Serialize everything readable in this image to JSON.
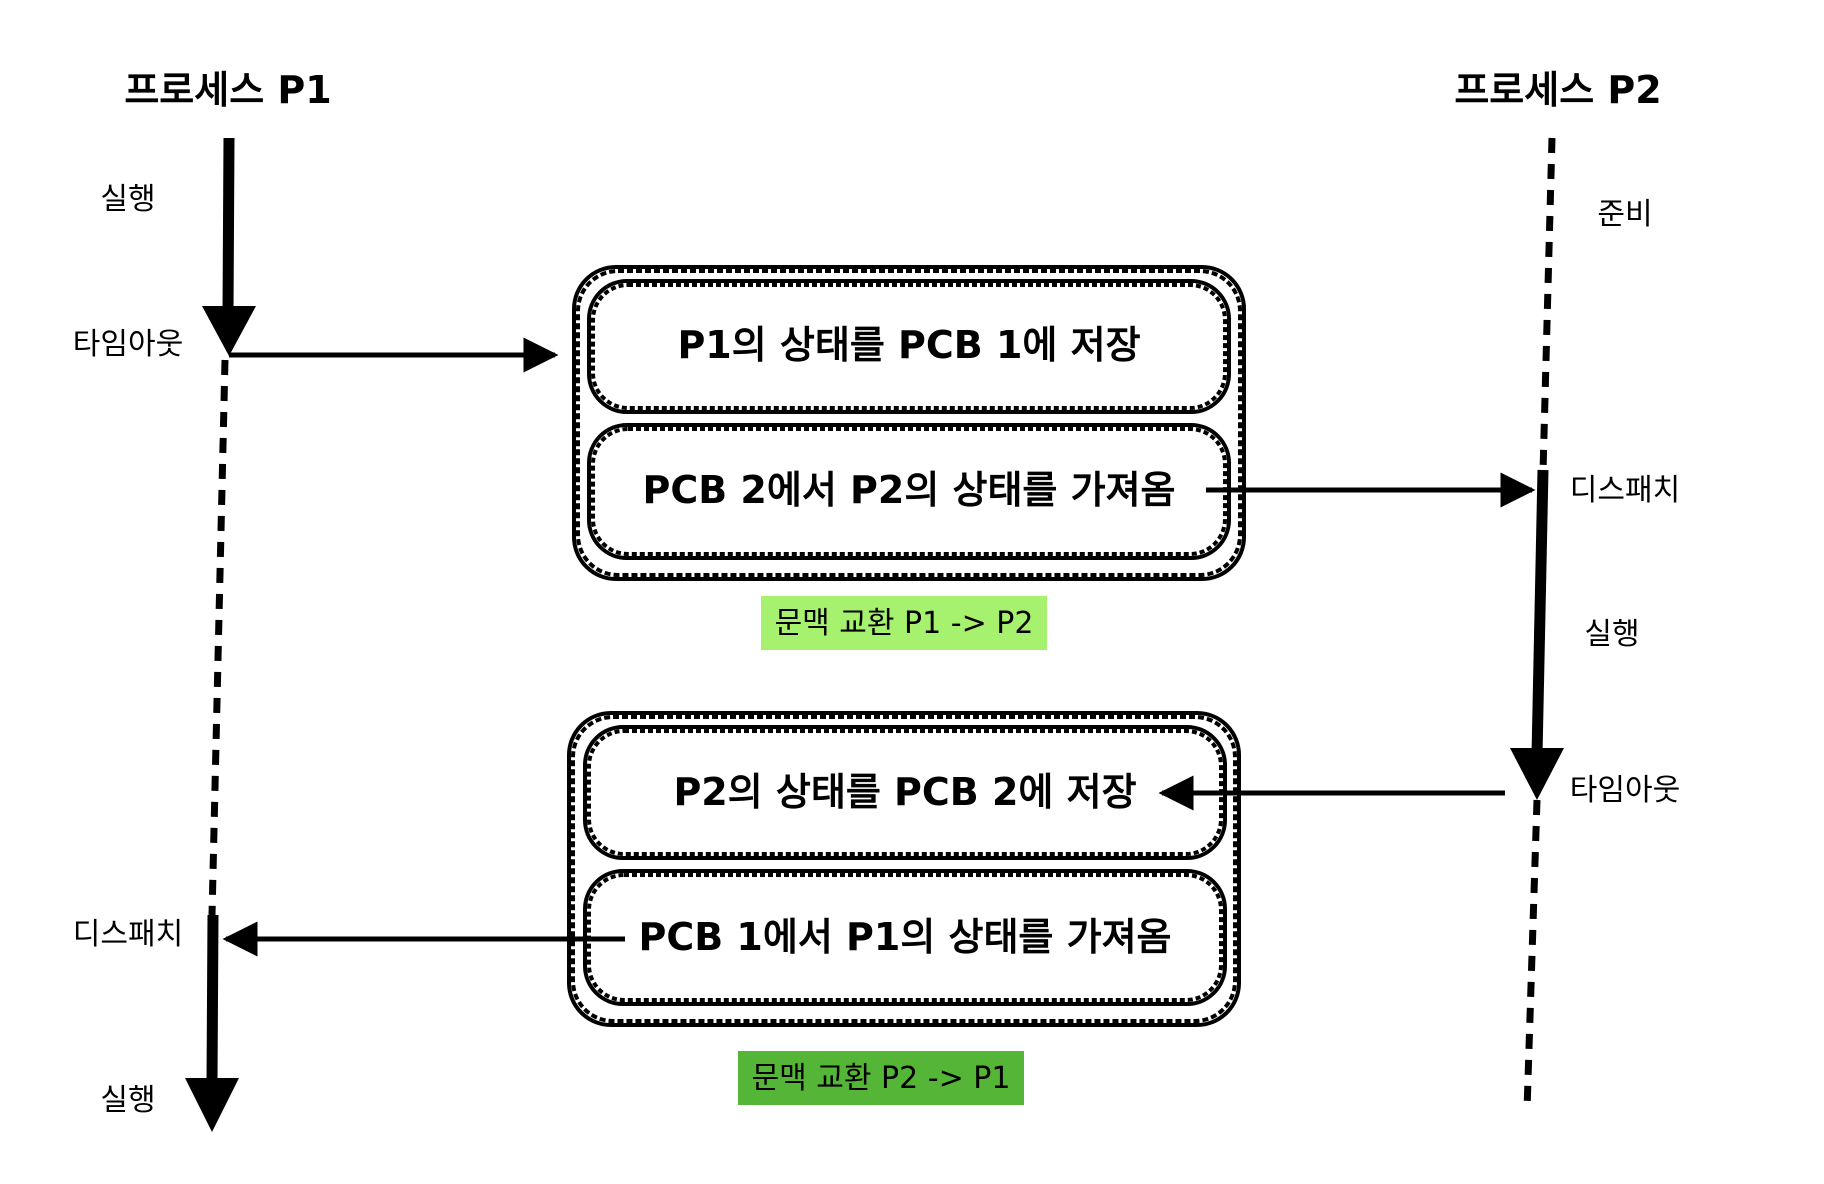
{
  "process_p1": {
    "title": "프로세스 P1",
    "states": {
      "running_1": "실행",
      "timeout": "타임아웃",
      "dispatch": "디스패치",
      "running_2": "실행"
    }
  },
  "process_p2": {
    "title": "프로세스 P2",
    "states": {
      "ready": "준비",
      "dispatch": "디스패치",
      "running": "실행",
      "timeout": "타임아웃"
    }
  },
  "context_switch_1": {
    "save_step": "P1의 상태를 PCB 1에 저장",
    "load_step": "PCB 2에서 P2의 상태를 가져옴",
    "caption": "문맥 교환 P1 -> P2",
    "caption_color": "#a6f26e"
  },
  "context_switch_2": {
    "save_step": "P2의 상태를 PCB 2에 저장",
    "load_step": "PCB 1에서 P1의 상태를 가져옴",
    "caption": "문맥 교환 P2 -> P1",
    "caption_color": "#55b536"
  }
}
